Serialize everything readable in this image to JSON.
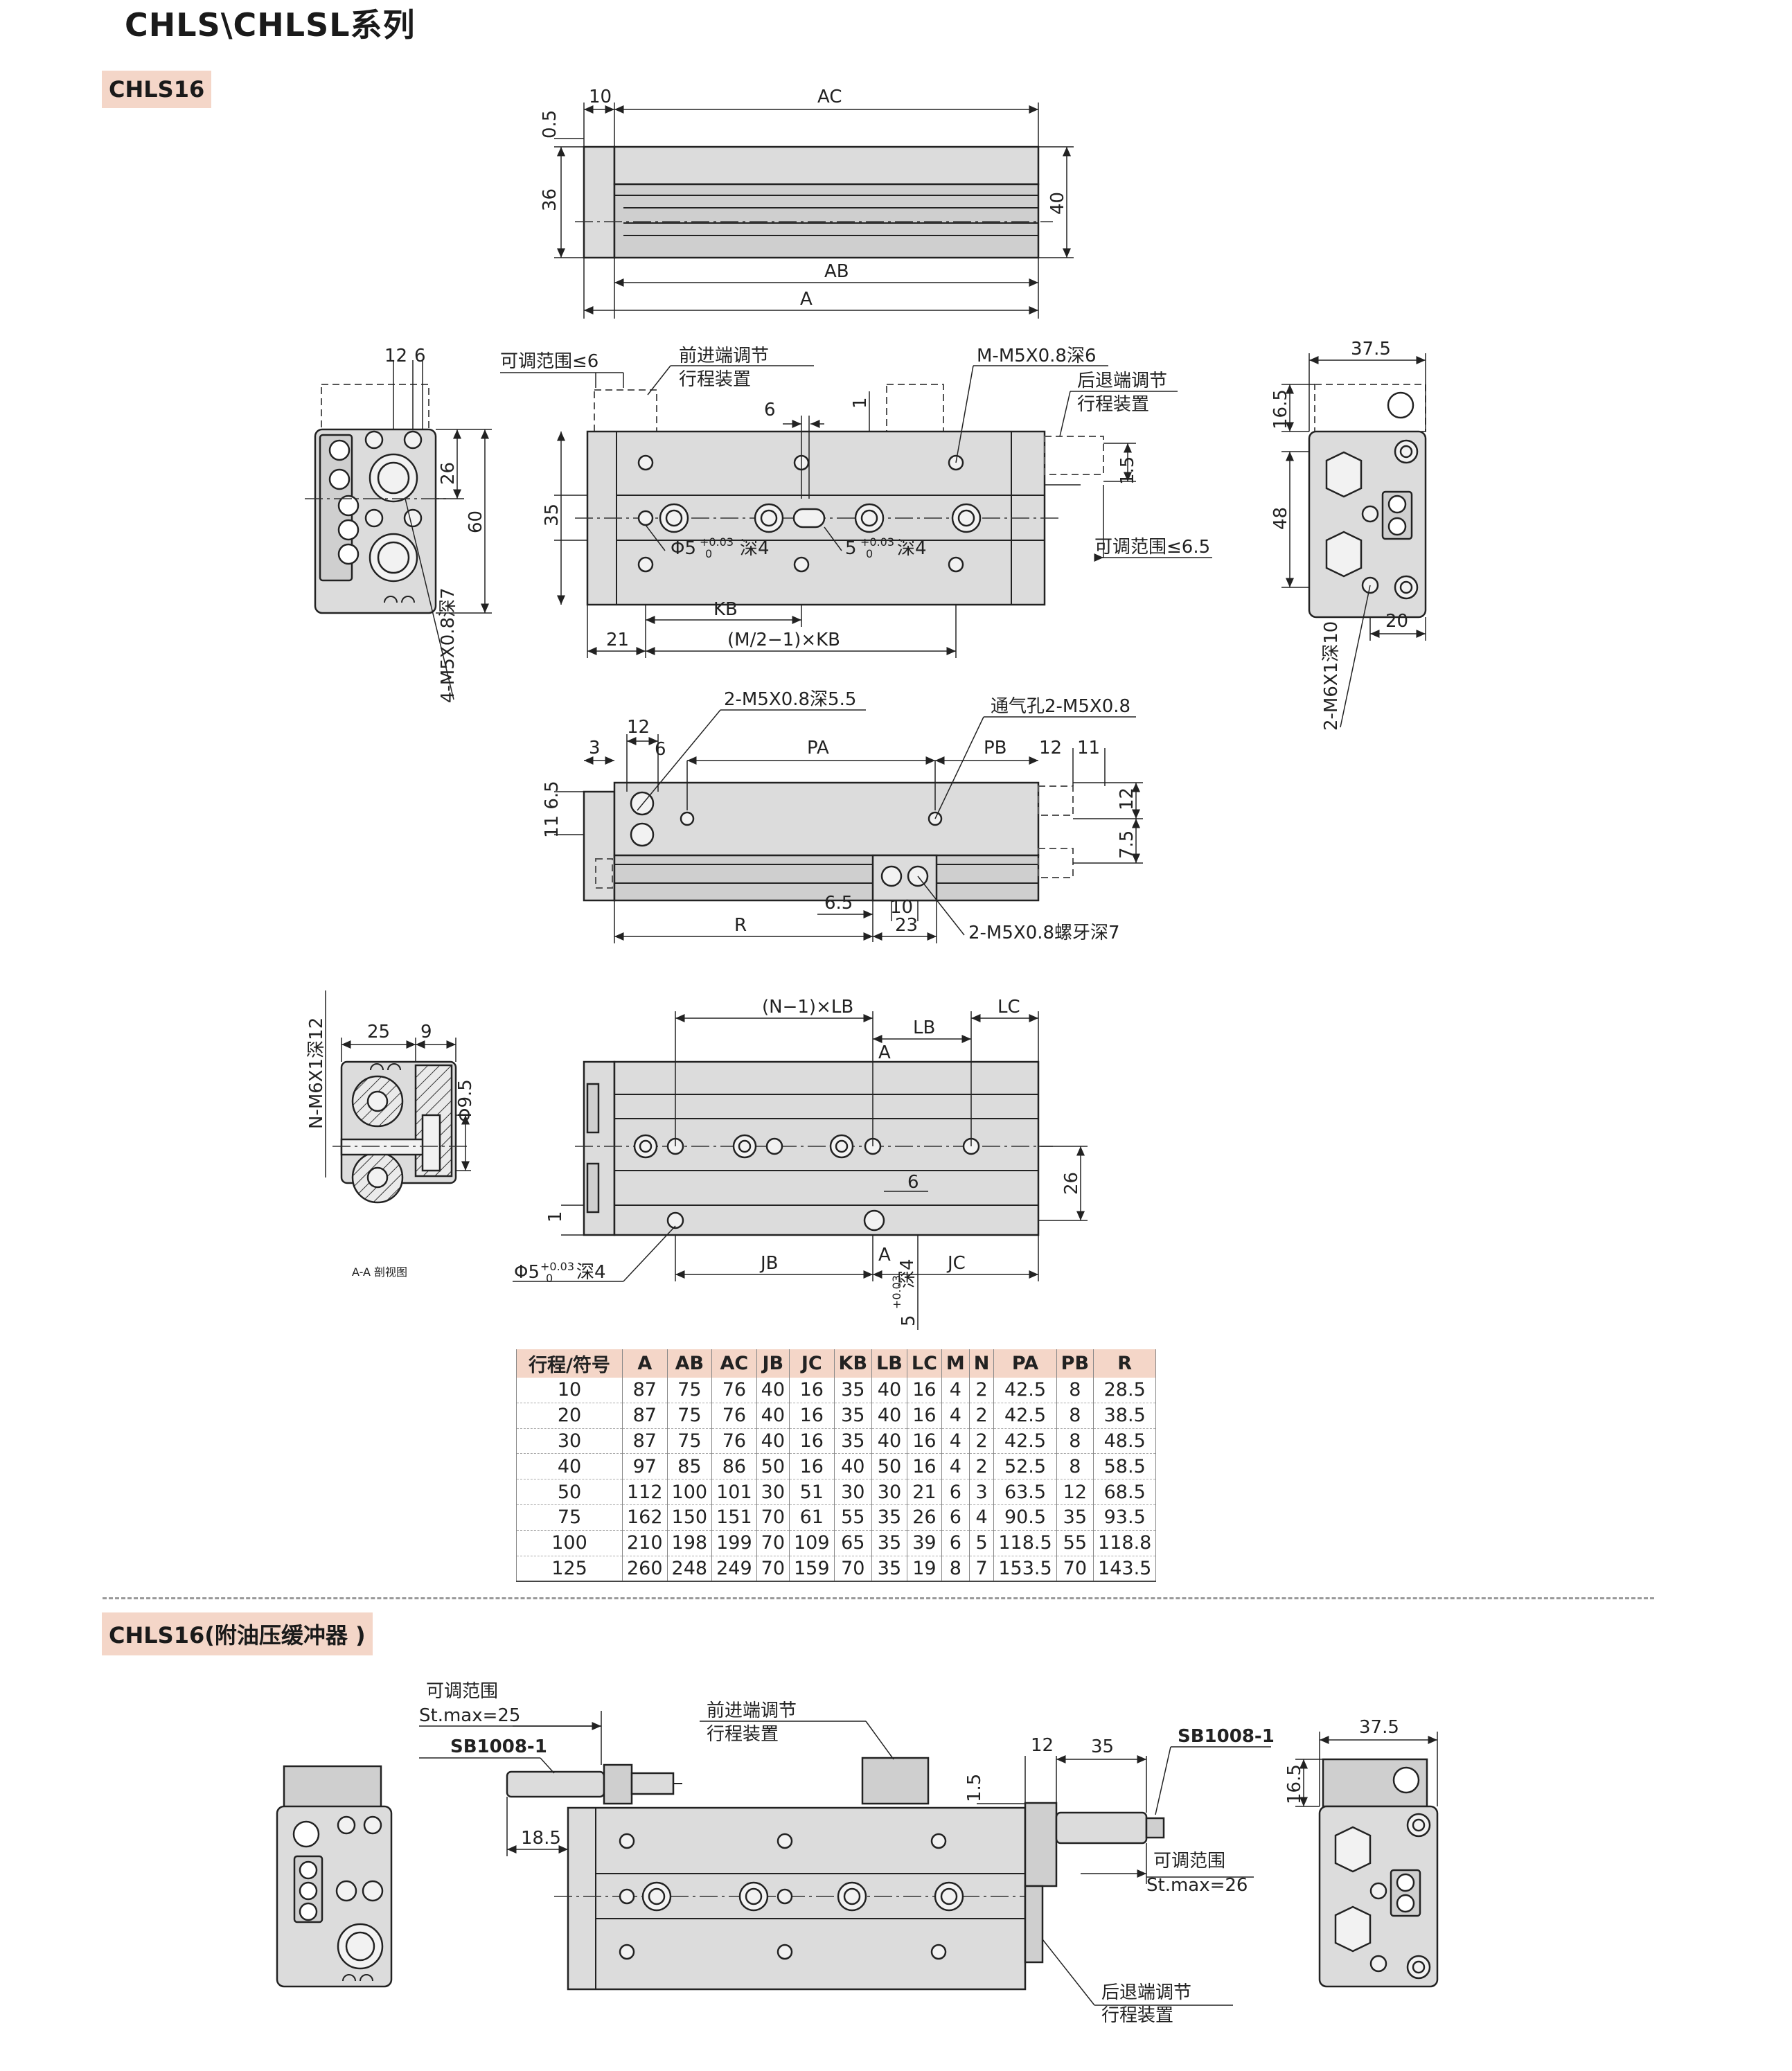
{
  "page": {
    "title": "CHLS\\CHLSL系列"
  },
  "sections": [
    {
      "label": "CHLS16"
    },
    {
      "label": "CHLS16(附油压缓冲器 )"
    }
  ],
  "labels": {
    "adj_range_6": "可调范围≤6",
    "front_adj_1": "前进端调节",
    "front_adj_2": "行程装置",
    "m_thread": "M-M5X0.8深6",
    "rear_adj_1": "后退端调节",
    "rear_adj_2": "行程装置",
    "adj_range_65": "可调范围≤6.5",
    "hole_phi5_a": "Φ5",
    "tol": "+0.03",
    "tol0": "0",
    "depth4": "深4",
    "hole_5_b": "5",
    "side_thread": "4-M5X0.8深7",
    "end_thread": "2-M6X1深10",
    "top_thread": "2-M5X0.8深5.5",
    "vent": "通气孔2-M5X0.8",
    "bottom_thread": "2-M5X0.8螺牙深7",
    "n_thread": "N-M6X1深12",
    "phi95": "Φ9.5",
    "section_caption": "A-A 剖视图",
    "bottom_phi5": "Φ5",
    "slot5": "5",
    "adj_range_top": "可调范围",
    "st_max25": "St.max=25",
    "sb_left": "SB1008-1",
    "sb_right": "SB1008-1",
    "adj_range_right": "可调范围",
    "st_max26": "St.max=26"
  },
  "dims": {
    "d10": "10",
    "AC": "AC",
    "d05": "0.5",
    "d36": "36",
    "d40": "40",
    "AB": "AB",
    "A": "A",
    "d12": "12",
    "d6": "6",
    "d26": "26",
    "d60": "60",
    "d6b": "6",
    "d1": "1",
    "d15": "1.5",
    "d35": "35",
    "KB": "KB",
    "d21": "21",
    "MKB": "(M/2−1)×KB",
    "d375": "37.5",
    "d165": "16.5",
    "d48": "48",
    "d20": "20",
    "d12c": "12",
    "d3": "3",
    "d6c": "6",
    "PA": "PA",
    "PB": "PB",
    "d12d": "12",
    "d11": "11",
    "d116": "11 6.5",
    "d12e": "12",
    "d75": "7.5",
    "d65": "6.5",
    "d10b": "10",
    "R": "R",
    "d23": "23",
    "NLB": "(N−1)×LB",
    "LB": "LB",
    "LC": "LC",
    "Amark": "A",
    "d25": "25",
    "d9": "9",
    "d1b": "1",
    "d6d": "6",
    "d26b": "26",
    "JB": "JB",
    "Amark2": "A",
    "JC": "JC",
    "d12f": "12",
    "d35b": "35",
    "d15b": "1.5",
    "d185": "18.5",
    "d375b": "37.5",
    "d165b": "16.5"
  },
  "table": {
    "headers": [
      "行程/符号",
      "A",
      "AB",
      "AC",
      "JB",
      "JC",
      "KB",
      "LB",
      "LC",
      "M",
      "N",
      "PA",
      "PB",
      "R"
    ],
    "rows": [
      [
        "10",
        "87",
        "75",
        "76",
        "40",
        "16",
        "35",
        "40",
        "16",
        "4",
        "2",
        "42.5",
        "8",
        "28.5"
      ],
      [
        "20",
        "87",
        "75",
        "76",
        "40",
        "16",
        "35",
        "40",
        "16",
        "4",
        "2",
        "42.5",
        "8",
        "38.5"
      ],
      [
        "30",
        "87",
        "75",
        "76",
        "40",
        "16",
        "35",
        "40",
        "16",
        "4",
        "2",
        "42.5",
        "8",
        "48.5"
      ],
      [
        "40",
        "97",
        "85",
        "86",
        "50",
        "16",
        "40",
        "50",
        "16",
        "4",
        "2",
        "52.5",
        "8",
        "58.5"
      ],
      [
        "50",
        "112",
        "100",
        "101",
        "30",
        "51",
        "30",
        "30",
        "21",
        "6",
        "3",
        "63.5",
        "12",
        "68.5"
      ],
      [
        "75",
        "162",
        "150",
        "151",
        "70",
        "61",
        "55",
        "35",
        "26",
        "6",
        "4",
        "90.5",
        "35",
        "93.5"
      ],
      [
        "100",
        "210",
        "198",
        "199",
        "70",
        "109",
        "65",
        "35",
        "39",
        "6",
        "5",
        "118.5",
        "55",
        "118.8"
      ],
      [
        "125",
        "260",
        "248",
        "249",
        "70",
        "159",
        "70",
        "35",
        "19",
        "8",
        "7",
        "153.5",
        "70",
        "143.5"
      ]
    ]
  },
  "colors": {
    "header_bg": "#f4d6c8",
    "part_fill": "#dcdcdc"
  }
}
